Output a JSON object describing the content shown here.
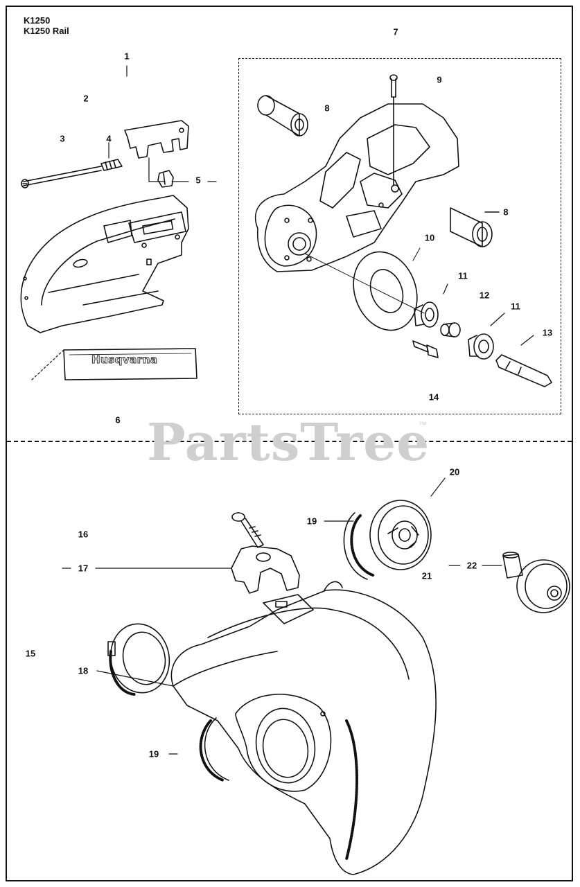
{
  "header": {
    "model_line_1": "K1250",
    "model_line_2": "K1250 Rail"
  },
  "watermark": {
    "text": "PartsTree",
    "tm": "™"
  },
  "decal": {
    "brand": "Husqvarna"
  },
  "callouts": [
    {
      "id": "c1",
      "label": "1"
    },
    {
      "id": "c2",
      "label": "2"
    },
    {
      "id": "c3",
      "label": "3"
    },
    {
      "id": "c4",
      "label": "4"
    },
    {
      "id": "c5",
      "label": "5"
    },
    {
      "id": "c6",
      "label": "6"
    },
    {
      "id": "c7",
      "label": "7"
    },
    {
      "id": "c8a",
      "label": "8"
    },
    {
      "id": "c8b",
      "label": "8"
    },
    {
      "id": "c9",
      "label": "9"
    },
    {
      "id": "c10",
      "label": "10"
    },
    {
      "id": "c11a",
      "label": "11"
    },
    {
      "id": "c11b",
      "label": "11"
    },
    {
      "id": "c12",
      "label": "12"
    },
    {
      "id": "c13",
      "label": "13"
    },
    {
      "id": "c14",
      "label": "14"
    },
    {
      "id": "c15",
      "label": "15"
    },
    {
      "id": "c16",
      "label": "16"
    },
    {
      "id": "c17",
      "label": "17"
    },
    {
      "id": "c18",
      "label": "18"
    },
    {
      "id": "c19a",
      "label": "19"
    },
    {
      "id": "c19b",
      "label": "19"
    },
    {
      "id": "c20",
      "label": "20"
    },
    {
      "id": "c21",
      "label": "21"
    },
    {
      "id": "c22",
      "label": "22"
    }
  ]
}
